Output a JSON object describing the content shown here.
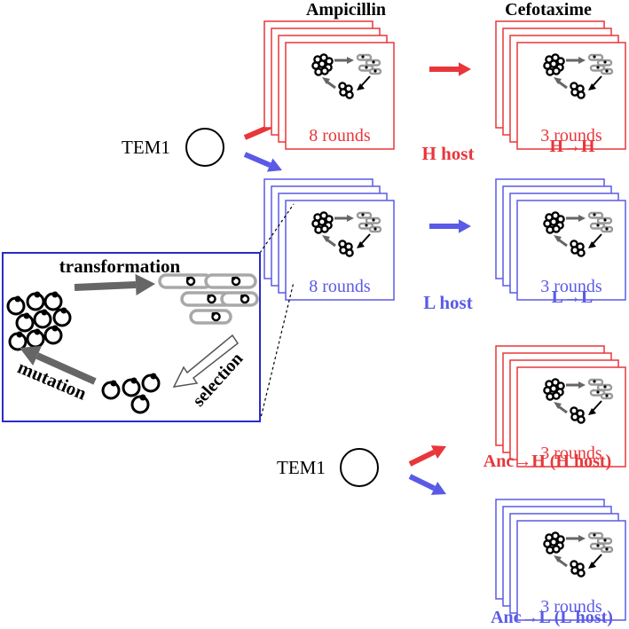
{
  "headers": {
    "ampicillin": "Ampicillin",
    "cefotaxime": "Cefotaxime"
  },
  "start_labels": {
    "top": "TEM1",
    "bottom": "TEM1"
  },
  "host_labels": {
    "h": "H host",
    "l": "L host"
  },
  "rounds": {
    "amp_h": "8 rounds",
    "amp_l": "8 rounds",
    "cef_hh": "3 rounds",
    "cef_ll": "3 rounds",
    "cef_anc_h": "3 rounds",
    "cef_anc_l": "3 rounds"
  },
  "outcomes": {
    "hh": "H→H",
    "ll": "L→L",
    "anc_h": "Anc→H (H host)",
    "anc_l": "Anc→L (L host)"
  },
  "inset": {
    "step1": "transformation",
    "step2": "selection",
    "step3": "mutation"
  },
  "colors": {
    "h_host": "#e8363a",
    "l_host": "#5a5ae6",
    "inset_border": "#2b2bc8",
    "arrow_gray": "#666666",
    "cell_gray": "#a8a8a8"
  }
}
